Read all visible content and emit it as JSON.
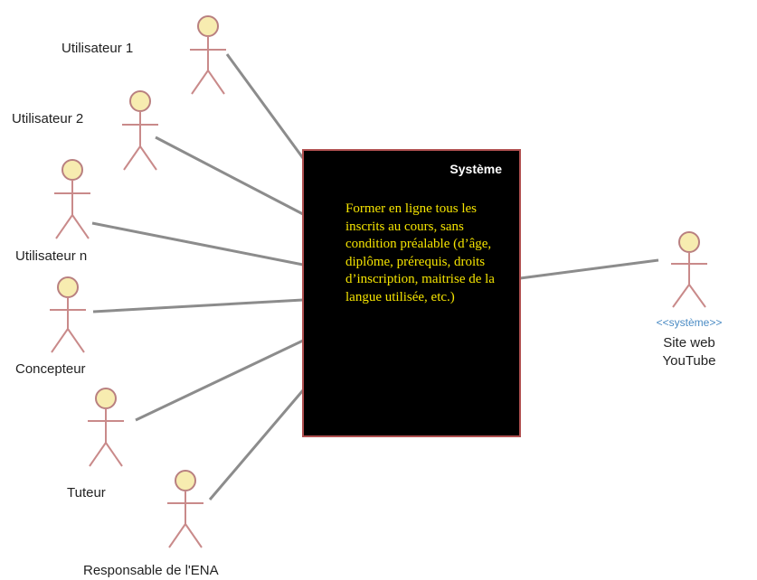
{
  "system": {
    "title": "Système",
    "description": "Former en ligne tous les inscrits au cours, sans condition préalable (d’âge, diplôme, prérequis, droits d’inscription, maitrise de la langue utilisée, etc.)"
  },
  "actors": [
    {
      "id": "utilisateur-1",
      "label": "Utilisateur 1"
    },
    {
      "id": "utilisateur-2",
      "label": "Utilisateur 2"
    },
    {
      "id": "utilisateur-n",
      "label": "Utilisateur n"
    },
    {
      "id": "concepteur",
      "label": "Concepteur"
    },
    {
      "id": "tuteur",
      "label": "Tuteur"
    },
    {
      "id": "responsable-ena",
      "label": "Responsable de l'ENA"
    }
  ],
  "external_actor": {
    "stereotype": "<<système>>",
    "label_line1": "Site web",
    "label_line2": "YouTube"
  },
  "colors": {
    "system_fill": "#000000",
    "system_border": "#b05050",
    "system_text": "#f5e400",
    "actor_head": "#f7ecb0",
    "actor_stroke": "#c98a8a",
    "association_line": "#8c8c8c"
  }
}
